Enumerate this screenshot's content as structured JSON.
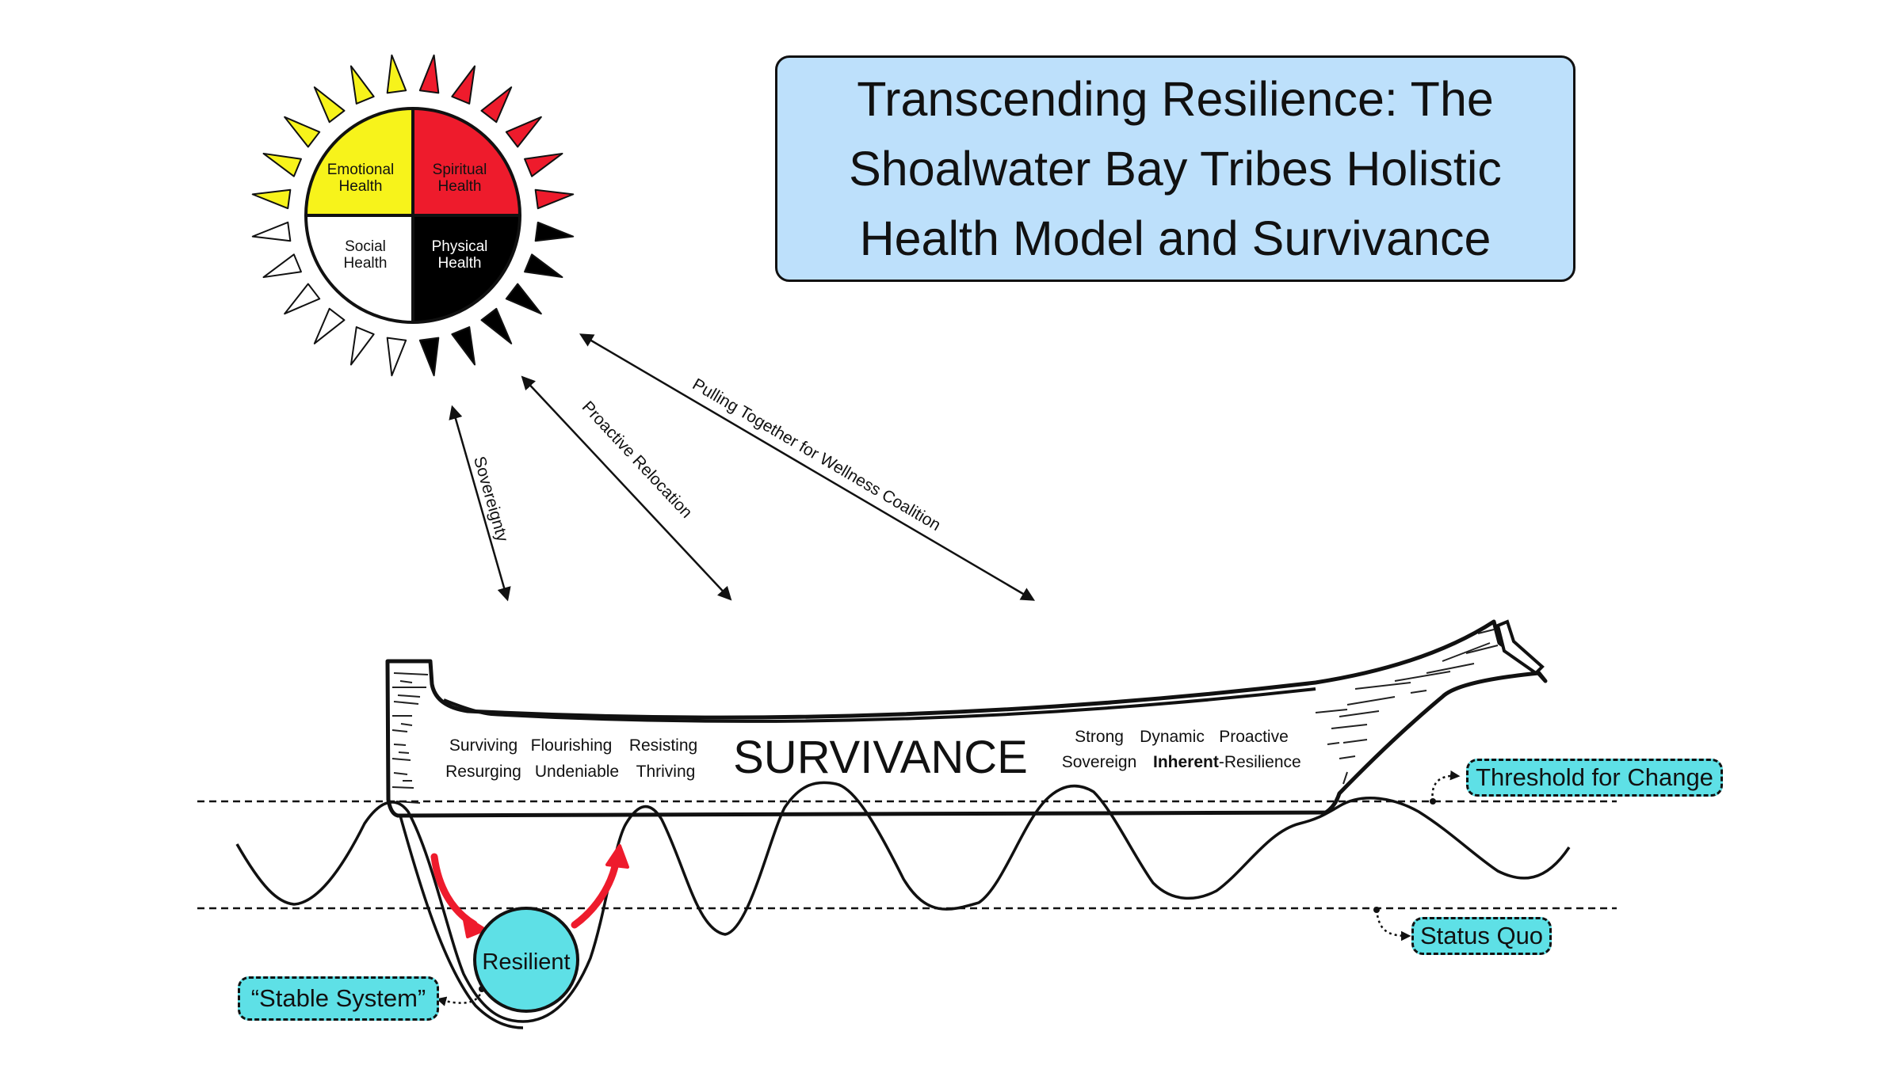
{
  "title": {
    "line1": "Transcending Resilience: The",
    "line2": "Shoalwater Bay Tribes Holistic",
    "line3": "Health Model and Survivance"
  },
  "medicine_wheel": {
    "quadrants": [
      {
        "line1": "Emotional",
        "line2": "Health",
        "color": "#f7f31b"
      },
      {
        "line1": "Spiritual",
        "line2": "Health",
        "color": "#ee1b2c"
      },
      {
        "line1": "Social",
        "line2": "Health",
        "color": "#ffffff"
      },
      {
        "line1": "Physical",
        "line2": "Health",
        "color": "#000000"
      }
    ]
  },
  "arrows": {
    "sovereignty": "Sovereignty",
    "relocation": "Proactive Relocation",
    "coalition": "Pulling Together for Wellness Coalition"
  },
  "canoe": {
    "heading": "SURVIVANCE",
    "left_row1": [
      "Surviving",
      "Flourishing",
      "Resisting"
    ],
    "left_row2": [
      "Resurging",
      "Undeniable",
      "Thriving"
    ],
    "right_row1": [
      "Strong",
      "Dynamic",
      "Proactive"
    ],
    "right_row2_a": "Sovereign",
    "right_row2_bold": "Inherent",
    "right_row2_c": "-Resilience"
  },
  "ball_label": "Resilient",
  "callouts": {
    "threshold": "Threshold for Change",
    "status_quo": "Status Quo",
    "stable": "“Stable System”"
  },
  "colors": {
    "title_bg": "#bde0fb",
    "callout_bg": "#5ee0e6",
    "ball": "#5ee0e6",
    "red_arrow": "#ee1b2c"
  }
}
